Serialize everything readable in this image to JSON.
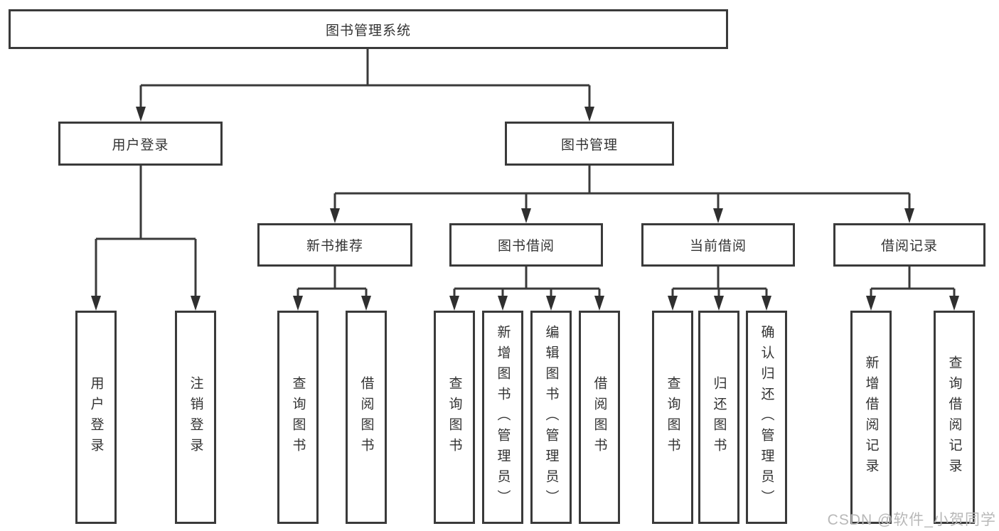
{
  "tree": {
    "root": {
      "label": "图书管理系统"
    },
    "branches": [
      {
        "label": "用户登录",
        "children": [
          {
            "label": "用户登录"
          },
          {
            "label": "注销登录"
          }
        ]
      },
      {
        "label": "图书管理",
        "groups": [
          {
            "label": "新书推荐",
            "children": [
              {
                "label": "查询图书"
              },
              {
                "label": "借阅图书"
              }
            ]
          },
          {
            "label": "图书借阅",
            "children": [
              {
                "label": "查询图书"
              },
              {
                "label": "新增图书（管理员）"
              },
              {
                "label": "编辑图书（管理员）"
              },
              {
                "label": "借阅图书"
              }
            ]
          },
          {
            "label": "当前借阅",
            "children": [
              {
                "label": "查询图书"
              },
              {
                "label": "归还图书"
              },
              {
                "label": "确认归还（管理员）"
              }
            ]
          },
          {
            "label": "借阅记录",
            "children": [
              {
                "label": "新增借阅记录"
              },
              {
                "label": "查询借阅记录"
              }
            ]
          }
        ]
      }
    ]
  },
  "watermark": {
    "text": "CSDN @软件_小贺同学"
  },
  "colors": {
    "line": "#3a3a3a",
    "text": "#333333",
    "watermark": "#b8b8b8",
    "background": "#ffffff"
  }
}
